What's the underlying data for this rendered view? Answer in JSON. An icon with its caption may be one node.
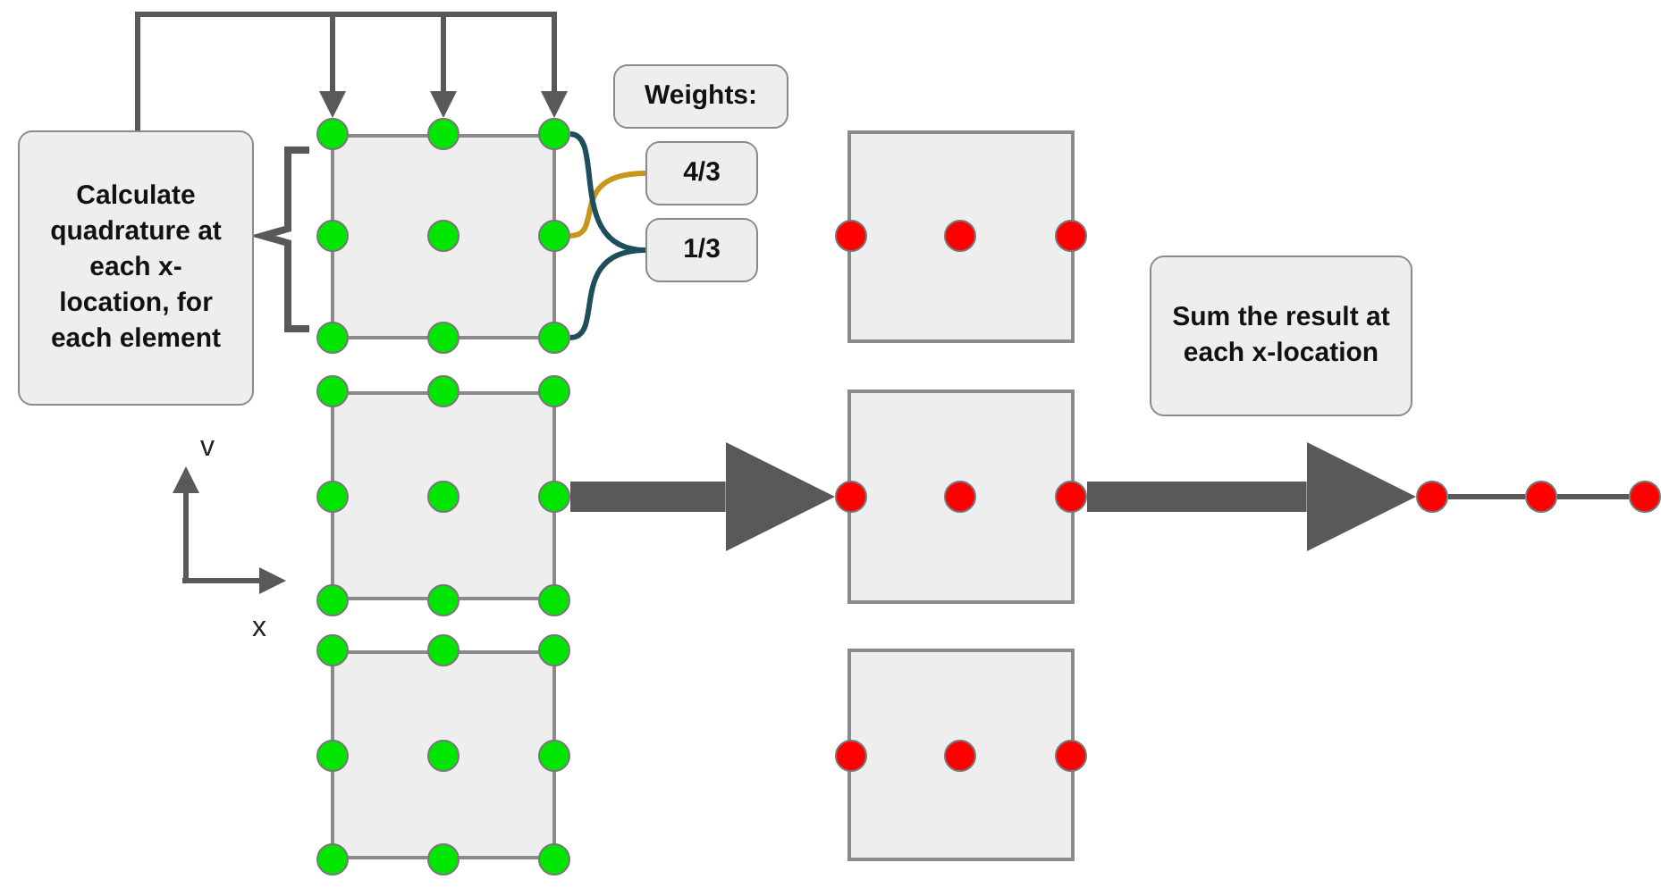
{
  "diagram": {
    "nodes": [
      {
        "text": [
          "Calculate quadrature at each x-location, for each element"
        ]
      },
      {
        "text": [
          "Weights:"
        ]
      },
      {
        "text": [
          "4/3"
        ]
      },
      {
        "text": [
          "1/3"
        ]
      },
      {
        "text": [
          "Sum the result at each x-location"
        ]
      },
      {
        "text": [],
        "shape": "box"
      },
      {
        "text": [],
        "shape": "box"
      },
      {
        "text": [],
        "shape": "box"
      },
      {
        "text": [],
        "shape": "box"
      },
      {
        "text": [],
        "shape": "box"
      },
      {
        "text": [],
        "shape": "box"
      },
      {
        "text": [],
        "shape": "circle"
      },
      {
        "text": [],
        "shape": "circle"
      },
      {
        "text": [],
        "shape": "circle"
      },
      {
        "text": [],
        "shape": "circle"
      },
      {
        "text": [],
        "shape": "circle",
        "in": 5
      },
      {
        "text": [],
        "shape": "circle"
      },
      {
        "text": [],
        "shape": "circle"
      },
      {
        "text": [],
        "shape": "circle"
      },
      {
        "text": [],
        "shape": "circle"
      },
      {
        "text": [],
        "shape": "circle"
      },
      {
        "text": [],
        "shape": "circle"
      },
      {
        "text": [],
        "shape": "circle"
      },
      {
        "text": [],
        "shape": "circle"
      },
      {
        "text": [],
        "shape": "circle",
        "in": 6
      },
      {
        "text": [],
        "shape": "circle"
      },
      {
        "text": [],
        "shape": "circle"
      },
      {
        "text": [],
        "shape": "circle"
      },
      {
        "text": [],
        "shape": "circle"
      },
      {
        "text": [],
        "shape": "circle"
      },
      {
        "text": [],
        "shape": "circle"
      },
      {
        "text": [],
        "shape": "circle"
      },
      {
        "text": [],
        "shape": "circle"
      },
      {
        "text": [],
        "shape": "circle",
        "in": 7
      },
      {
        "text": [],
        "shape": "circle"
      },
      {
        "text": [],
        "shape": "circle"
      },
      {
        "text": [],
        "shape": "circle"
      },
      {
        "text": [],
        "shape": "circle"
      },
      {
        "text": [],
        "shape": "circle"
      },
      {
        "text": [],
        "shape": "circle",
        "in": 8
      },
      {
        "text": [],
        "shape": "circle"
      },
      {
        "text": [],
        "shape": "circle"
      },
      {
        "text": [],
        "shape": "circle",
        "in": 9
      },
      {
        "text": [],
        "shape": "circle"
      },
      {
        "text": [],
        "shape": "circle"
      },
      {
        "text": [],
        "shape": "circle",
        "in": 10
      },
      {
        "text": [],
        "shape": "circle"
      },
      {
        "text": [],
        "shape": "circle"
      },
      {
        "text": [],
        "shape": "circle"
      },
      {
        "text": [],
        "shape": "circle"
      }
    ],
    "edges": [
      {
        "from": 0,
        "to": 11,
        "arrow": "to"
      },
      {
        "from": 0,
        "to": 12,
        "arrow": "to"
      },
      {
        "from": 0,
        "to": 13,
        "arrow": "to"
      },
      {
        "from": 2,
        "to": 16,
        "arrow": "none",
        "color": "#c9961a"
      },
      {
        "from": 3,
        "to": 13,
        "arrow": "none",
        "color": "#1e4d5c"
      },
      {
        "from": 3,
        "to": 19,
        "arrow": "none",
        "color": "#1e4d5c"
      },
      {
        "from": 25,
        "to": 41,
        "arrow": "to",
        "style": "thick"
      },
      {
        "from": 43,
        "to": 47,
        "arrow": "to",
        "style": "thick"
      },
      {
        "from": 47,
        "to": 48,
        "arrow": "none"
      },
      {
        "from": 48,
        "to": 49,
        "arrow": "none"
      }
    ],
    "labels": [
      "v",
      "x"
    ]
  }
}
